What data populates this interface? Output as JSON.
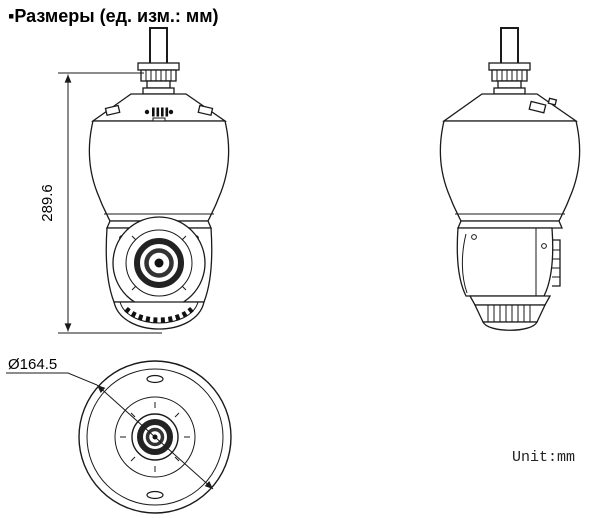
{
  "header": {
    "title": "▪Размеры (ед. изм.: мм)"
  },
  "drawing": {
    "height_dimension": "289.6",
    "diameter_dimension": "Ø164.5",
    "unit_note": "Unit:mm"
  }
}
